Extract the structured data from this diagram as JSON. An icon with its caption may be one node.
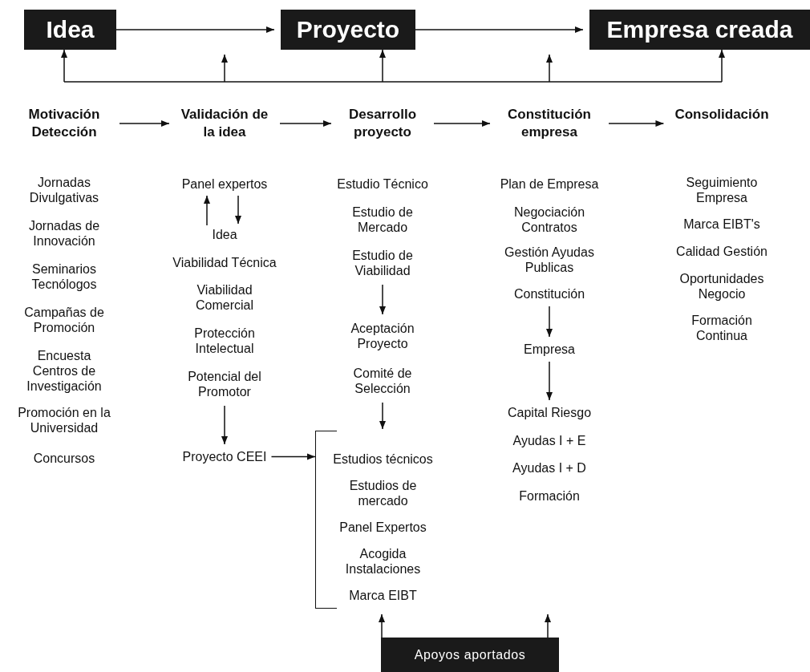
{
  "diagram": {
    "nodes": [
      {
        "text": [
          "Idea"
        ]
      },
      {
        "text": [
          "Proyecto"
        ]
      },
      {
        "text": [
          "Empresa creada"
        ]
      },
      {
        "text": [
          "Motivación Detección"
        ]
      },
      {
        "text": [
          "Validación de la idea"
        ]
      },
      {
        "text": [
          "Desarrollo proyecto"
        ]
      },
      {
        "text": [
          "Constitución empresa"
        ]
      },
      {
        "text": [
          "Consolidación"
        ]
      },
      {
        "text": [
          "Panel expertos"
        ]
      },
      {
        "text": [
          "Idea"
        ]
      },
      {
        "text": [
          "Potencial del Promotor"
        ]
      },
      {
        "text": [
          "Proyecto CEEI"
        ]
      },
      {
        "text": [
          "Estudio de Viabilidad"
        ]
      },
      {
        "text": [
          "Aceptación Proyecto"
        ]
      },
      {
        "text": [
          "Comité de Selección"
        ]
      },
      {
        "text": [
          "Estudios técnicos",
          "Estudios de mercado",
          "Panel Expertos",
          "Acogida Instalaciones",
          "Marca EIBT"
        ]
      },
      {
        "text": [
          "Constitución"
        ]
      },
      {
        "text": [
          "Empresa"
        ]
      },
      {
        "text": [
          "Capital Riesgo"
        ]
      },
      {
        "text": [
          "Apoyos aportados"
        ]
      }
    ],
    "edges": [
      {
        "from": 0,
        "to": 1,
        "arrow": "to"
      },
      {
        "from": 1,
        "to": 2,
        "arrow": "to"
      },
      {
        "from": null,
        "to": 0,
        "arrow": "to"
      },
      {
        "from": null,
        "to": 1,
        "arrow": "to"
      },
      {
        "from": null,
        "to": 2,
        "arrow": "to"
      },
      {
        "from": 3,
        "to": 4,
        "arrow": "to"
      },
      {
        "from": 4,
        "to": 5,
        "arrow": "to"
      },
      {
        "from": 5,
        "to": 6,
        "arrow": "to"
      },
      {
        "from": 6,
        "to": 7,
        "arrow": "to"
      },
      {
        "from": 9,
        "to": 8,
        "arrow": "to"
      },
      {
        "from": 8,
        "to": 9,
        "arrow": "to"
      },
      {
        "from": 10,
        "to": 11,
        "arrow": "to"
      },
      {
        "from": 11,
        "to": 15,
        "arrow": "to"
      },
      {
        "from": 12,
        "to": 13,
        "arrow": "to"
      },
      {
        "from": 14,
        "to": 15,
        "arrow": "to"
      },
      {
        "from": 16,
        "to": 17,
        "arrow": "to"
      },
      {
        "from": 17,
        "to": 18,
        "arrow": "to"
      },
      {
        "from": 19,
        "to": 15,
        "arrow": "to"
      },
      {
        "from": 19,
        "to": null,
        "arrow": "to"
      }
    ],
    "labels": [
      "Jornadas Divulgativas",
      "Jornadas de Innovación",
      "Seminarios Tecnólogos",
      "Campañas de Promoción",
      "Encuesta Centros de Investigación",
      "Promoción en la Universidad",
      "Concursos",
      "Viabilidad Técnica",
      "Viabilidad Comercial",
      "Protección Intelectual",
      "Estudio Técnico",
      "Estudio de Mercado",
      "Plan de Empresa",
      "Negociación Contratos",
      "Gestión Ayudas Publicas",
      "Ayudas I + E",
      "Ayudas I + D",
      "Formación",
      "Seguimiento Empresa",
      "Marca EIBT's",
      "Calidad Gestión",
      "Oportunidades Negocio",
      "Formación Continua"
    ]
  }
}
